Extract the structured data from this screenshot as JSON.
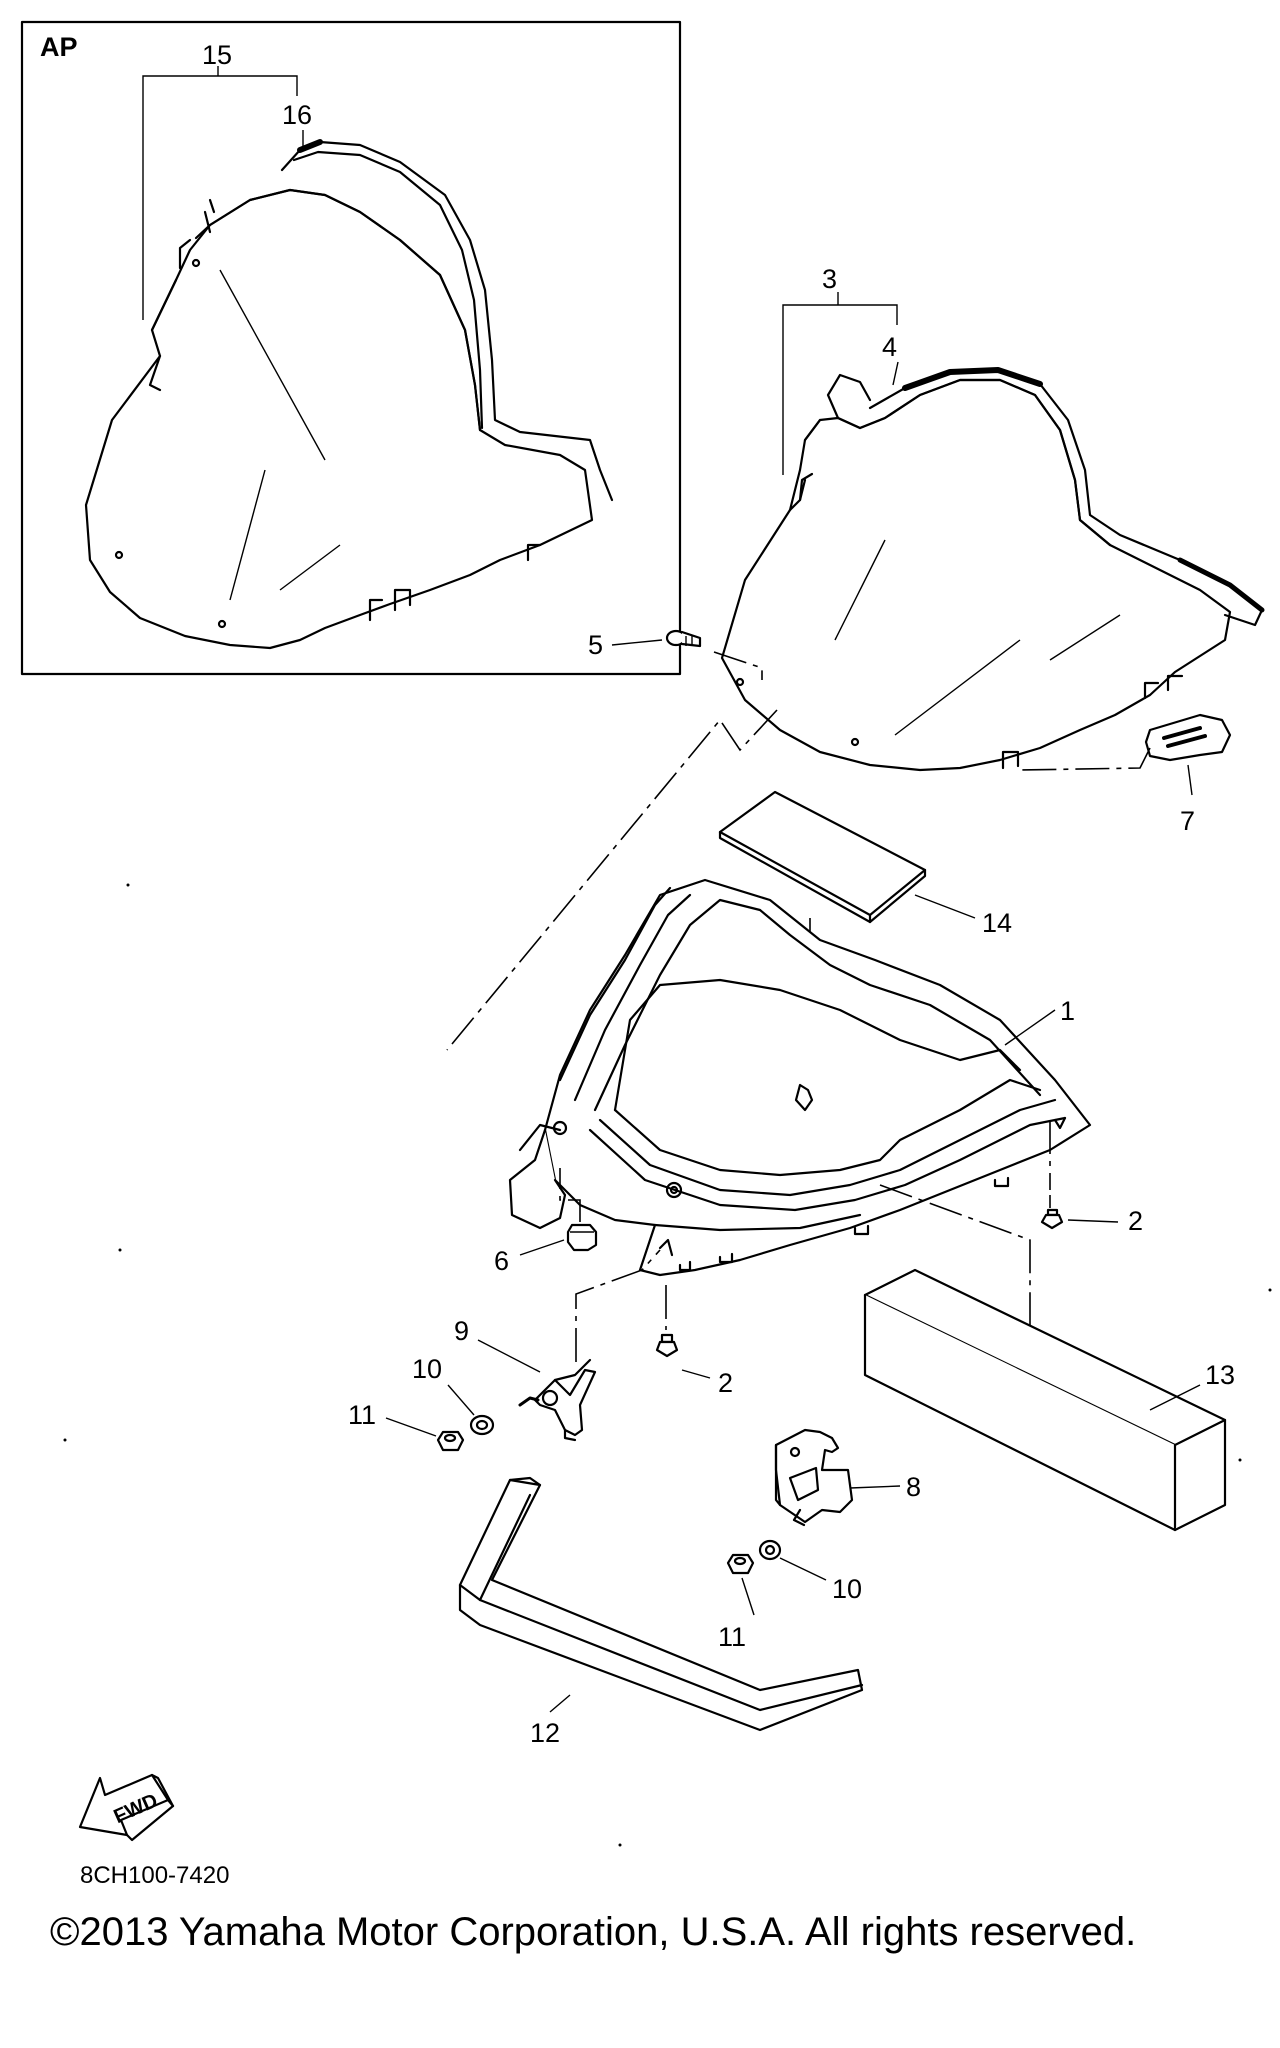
{
  "inset": {
    "title": "AP"
  },
  "callouts": {
    "c1": "1",
    "c2a": "2",
    "c2b": "2",
    "c3": "3",
    "c4": "4",
    "c5": "5",
    "c6": "6",
    "c7": "7",
    "c8": "8",
    "c9": "9",
    "c10a": "10",
    "c10b": "10",
    "c11a": "11",
    "c11b": "11",
    "c12": "12",
    "c13": "13",
    "c14": "14",
    "c15": "15",
    "c16": "16"
  },
  "direction_label": "FWD",
  "diagram_code": "8CH100-7420",
  "copyright": "©2013 Yamaha Motor Corporation, U.S.A. All rights reserved.",
  "icons": {
    "direction": "fwd-arrow-icon"
  }
}
